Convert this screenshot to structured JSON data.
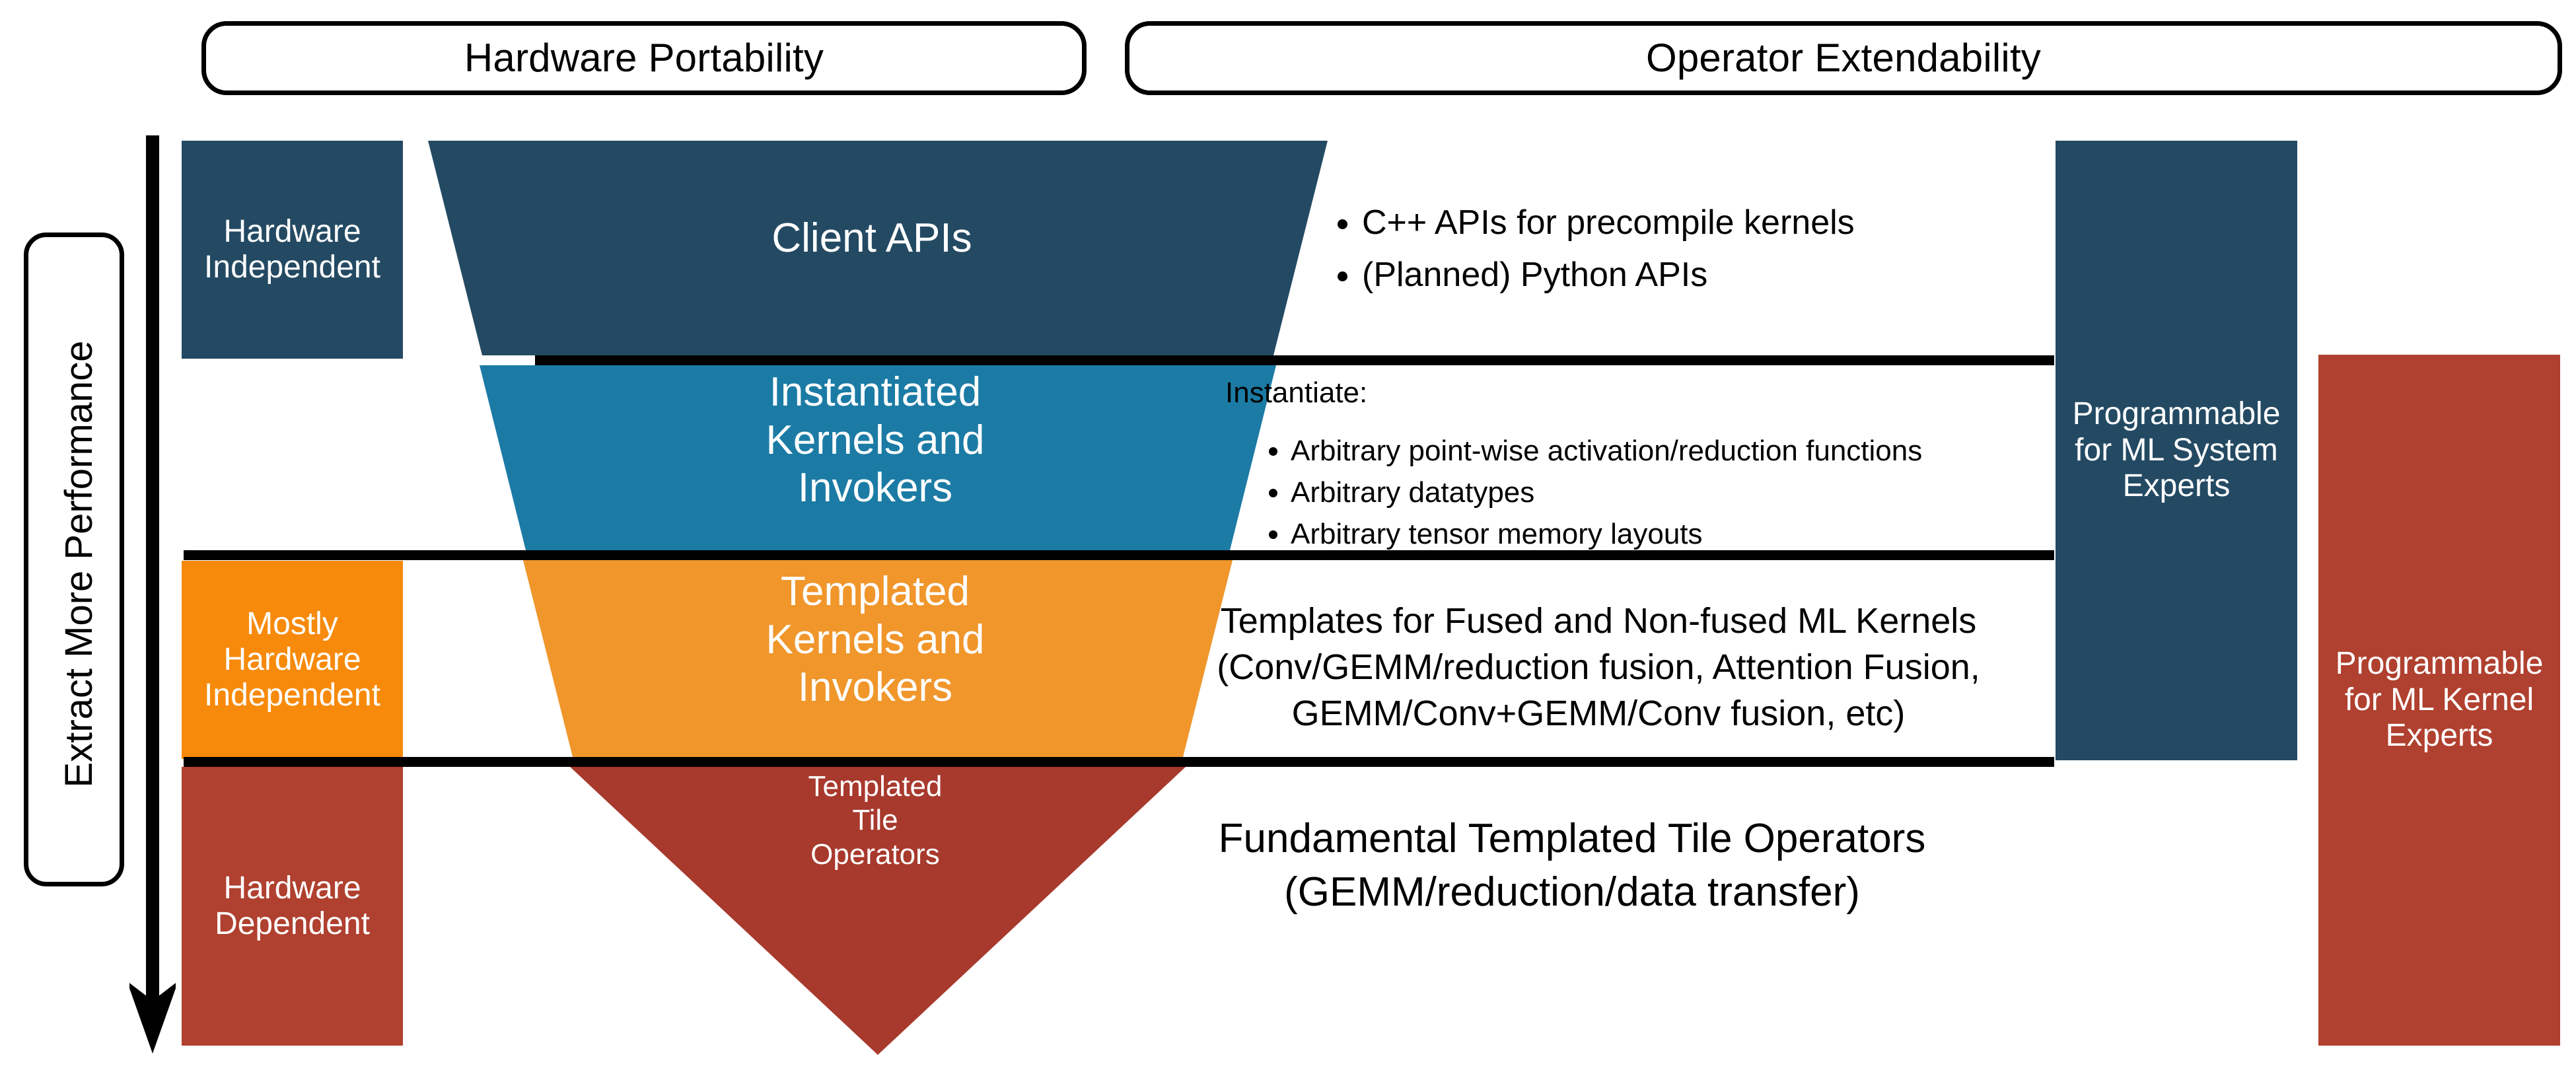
{
  "headers": {
    "hardware_portability": "Hardware Portability",
    "operator_extendability": "Operator Extendability"
  },
  "left_axis": {
    "label": "Extract More Performance",
    "arrow_direction": "down",
    "arrow_icon": "arrow-down-icon"
  },
  "stages": [
    {
      "id": "hardware-independent",
      "label": "Hardware\nIndependent",
      "color": "#244a63"
    },
    {
      "id": "mostly-hardware-independent",
      "label": "Mostly\nHardware\nIndependent",
      "color": "#f78a0b"
    },
    {
      "id": "hardware-dependent",
      "label": "Hardware\nDependent",
      "color": "#b0402f"
    }
  ],
  "funnel": {
    "bands": [
      {
        "id": "client-apis",
        "label": "Client APIs",
        "color": "#244a63"
      },
      {
        "id": "instantiated-kernels-invokers",
        "label": "Instantiated\nKernels and\nInvokers",
        "color": "#1b7ba5"
      },
      {
        "id": "templated-kernels-invokers",
        "label": "Templated\nKernels and\nInvokers",
        "color": "#f0962b"
      },
      {
        "id": "templated-tile-operators",
        "label": "Templated\nTile\nOperators",
        "color": "#a8392d"
      }
    ]
  },
  "details": {
    "client_apis_bullets": [
      "C++ APIs for precompile kernels",
      "(Planned) Python APIs"
    ],
    "instantiate_heading": "Instantiate:",
    "instantiate_bullets": [
      "Arbitrary point-wise activation/reduction functions",
      "Arbitrary datatypes",
      "Arbitrary tensor memory layouts"
    ],
    "templates_text": "Templates for Fused and Non-fused ML Kernels\n(Conv/GEMM/reduction fusion, Attention Fusion,\nGEMM/Conv+GEMM/Conv fusion, etc)",
    "fundamental_text": "Fundamental Templated Tile Operators\n(GEMM/reduction/data transfer)"
  },
  "personas": [
    {
      "id": "ml-system-experts",
      "label": "Programmable\nfor ML System\nExperts",
      "color": "#244a63"
    },
    {
      "id": "ml-kernel-experts",
      "label": "Programmable\nfor ML Kernel\nExperts",
      "color": "#b0402f"
    }
  ],
  "colors": {
    "dark_blue": "#244a63",
    "mid_blue": "#1b7ba5",
    "orange_bright": "#f78a0b",
    "orange_soft": "#f0962b",
    "red_dark": "#a8392d",
    "red_brick": "#b0402f",
    "line": "#000000",
    "background": "#ffffff"
  }
}
